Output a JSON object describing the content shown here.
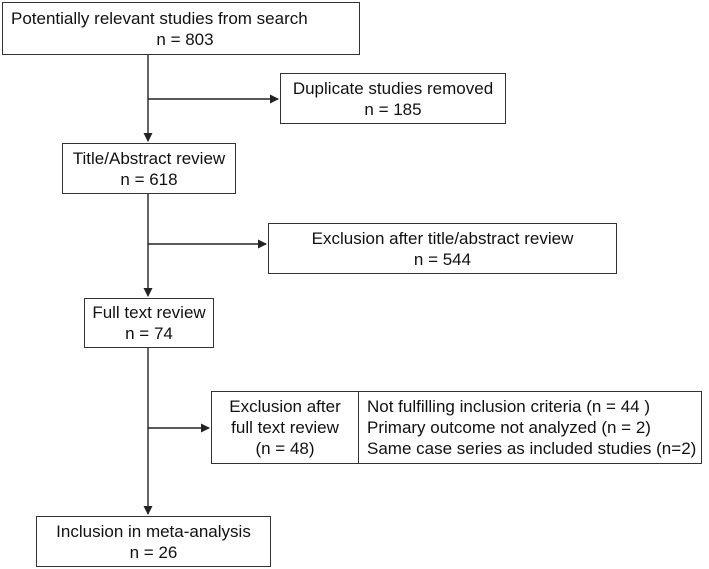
{
  "flow": {
    "identified": {
      "label": "Potentially relevant studies from search",
      "count": "n = 803"
    },
    "duplicates": {
      "label": "Duplicate studies removed",
      "count": "n = 185"
    },
    "screening": {
      "label": "Title/Abstract review",
      "count": "n = 618"
    },
    "excluded_screening": {
      "label": "Exclusion after title/abstract review",
      "count": "n = 544"
    },
    "full_text": {
      "label": "Full text review",
      "count": "n = 74"
    },
    "excluded_full_text": {
      "label_line1": "Exclusion after",
      "label_line2": "full text review",
      "count": "(n = 48)",
      "reasons": [
        "Not fulfilling inclusion criteria (n = 44 )",
        "Primary outcome not analyzed (n = 2)",
        "Same case series as included studies (n=2)"
      ]
    },
    "included": {
      "label": "Inclusion in meta-analysis",
      "count": "n = 26"
    }
  }
}
